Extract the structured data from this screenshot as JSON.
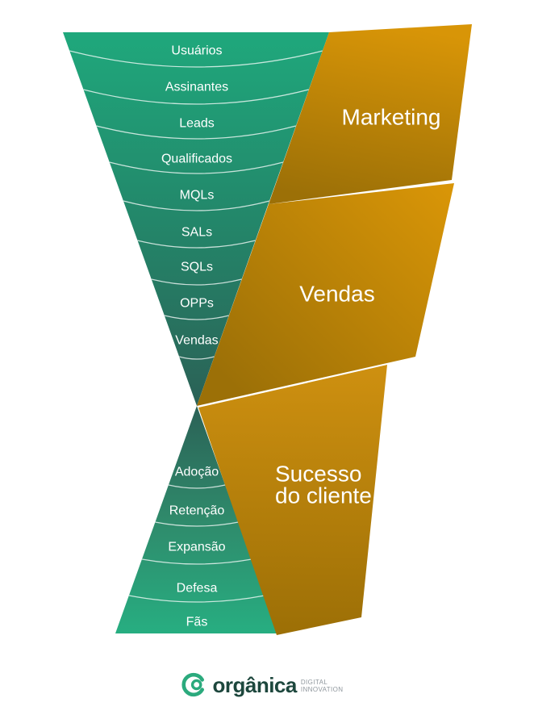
{
  "diagram": {
    "top_stages": [
      "Usuários",
      "Assinantes",
      "Leads",
      "Qualificados",
      "MQLs",
      "SALs",
      "SQLs",
      "OPPs",
      "Vendas"
    ],
    "bottom_stages": [
      "Adoção",
      "Retenção",
      "Expansão",
      "Defesa",
      "Fãs"
    ],
    "bands": {
      "marketing_label": "Marketing",
      "vendas_label": "Vendas",
      "sucesso_label_line1": "Sucesso",
      "sucesso_label_line2": "do cliente"
    },
    "colors": {
      "green_top": "#1FA87C",
      "green_mid": "#23876A",
      "green_waist": "#2B6156",
      "green_bottom_mid": "#2F8A6B",
      "green_bottom": "#27AE81",
      "gold_bright": "#D89507",
      "gold_dark": "#9C7007",
      "gold_sucesso_top": "#CE9010",
      "gold_sucesso_bottom": "#9C6F06",
      "divider_line": "rgba(255,255,255,0.75)",
      "stage_text": "#FFFFFF",
      "band_text": "#FFFFFF",
      "brand_text": "#1D473D",
      "tagline_text": "#8F979D",
      "logo_green": "#2BAA7D",
      "background": "#FFFFFF"
    }
  },
  "footer": {
    "brand": "orgânica",
    "tagline_line1": "DIGITAL",
    "tagline_line2": "INNOVATION"
  }
}
